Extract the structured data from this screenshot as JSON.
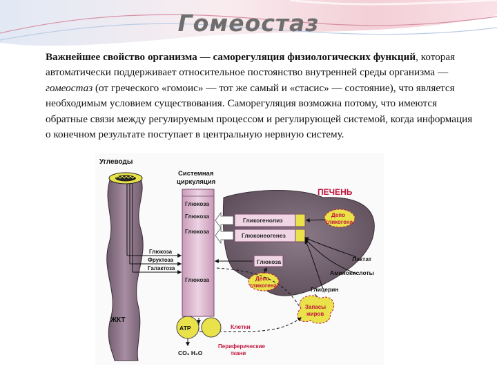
{
  "slide": {
    "title": "Гомеостаз",
    "paragraph": {
      "s1": "Важнейшее свойство организма — саморегуляция физиологических функций",
      "s2": ", которая автоматически поддерживает относительное постоянство внутренней среды организма — ",
      "s3": "гомеостаз",
      "s4": " (от греческого «гомоис» — тот же самый и «стасис» — состояние), что является необходимым условием существования. Саморегуляция возможна потому, что имеются обратные связи между регулируемым процессом и регулирующей системой, когда информация о конечном результате поступает в центральную нервную систему."
    }
  },
  "figure": {
    "carbs": "Углеводы",
    "gut": "ЖКТ",
    "circulation_1": "Системная",
    "circulation_2": "циркуляция",
    "liver": "ПЕЧЕНЬ",
    "col_glucose_1": "Глюкоза",
    "col_glucose_2": "Глюкоза",
    "col_glucose_3": "Глюкоза",
    "col_glucose_4": "Глюкоза",
    "absorb_glucose": "Глюкоза",
    "absorb_fructose": "Фруктоза",
    "absorb_galactose": "Галактоза",
    "glycogenolysis": "Гликогенолиз",
    "gluconeogenesis": "Глюконеогенез",
    "liver_glucose": "Глюкоза",
    "glycogen_depot_1a": "Депо",
    "glycogen_depot_1b": "гликогена",
    "glycogen_depot_2a": "Депо",
    "glycogen_depot_2b": "гликогена",
    "lactate": "Лактат",
    "amino_acids": "Аминокислоты",
    "glycerol": "Глицерин",
    "fat_1": "Запасы",
    "fat_2": "жиров",
    "cells": "Клетки",
    "atp": "АТР",
    "co2_h2o": "CO₂  H₂O",
    "peripheral_1": "Периферические",
    "peripheral_2": "ткани"
  }
}
